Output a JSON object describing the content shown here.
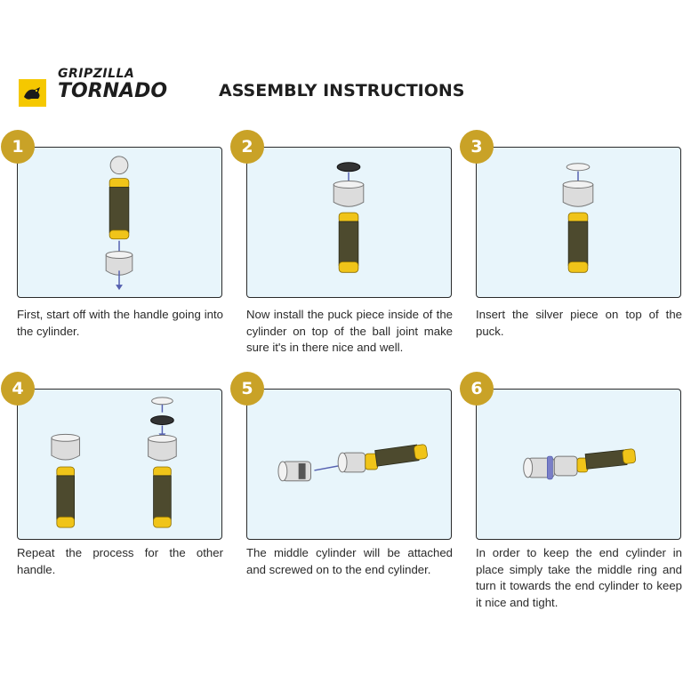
{
  "brand": {
    "line1": "GRIPZILLA",
    "line2": "TORNADO",
    "accent_color": "#f5c800",
    "badge_color": "#c9a227"
  },
  "title": "ASSEMBLY INSTRUCTIONS",
  "steps": [
    {
      "number": "1",
      "text": "First, start off with the handle going into the cylinder."
    },
    {
      "number": "2",
      "text": "Now install the puck piece inside of the cylinder on top of the ball joint make sure it's in there nice and well."
    },
    {
      "number": "3",
      "text": "Insert the silver piece on top of the puck."
    },
    {
      "number": "4",
      "text": "Repeat the process for the other handle."
    },
    {
      "number": "5",
      "text": "The middle cylinder will be attached and screwed on to the end cylinder."
    },
    {
      "number": "6",
      "text": "In order to keep the end cylinder in place simply take the middle ring and turn it towards the end cylinder to keep it nice and tight."
    }
  ]
}
